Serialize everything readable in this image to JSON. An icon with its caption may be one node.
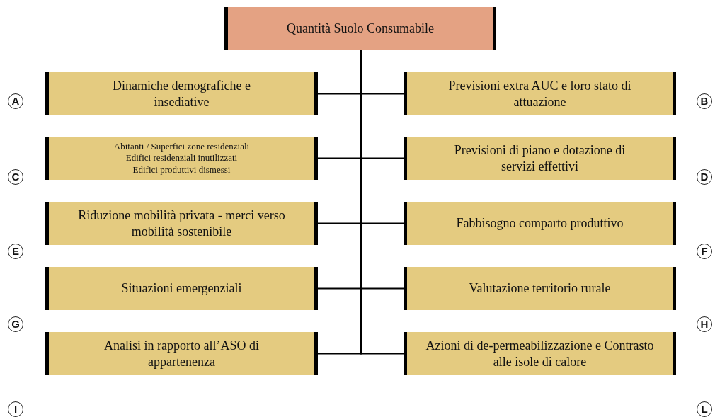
{
  "diagram": {
    "nodes": [
      {
        "text": [
          "Quantità Suolo Consumabile"
        ]
      },
      {
        "text": [
          "Dinamiche demografiche e insediative"
        ]
      },
      {
        "text": [
          "Previsioni extra AUC e loro stato di attuazione"
        ]
      },
      {
        "text": [
          "Abitanti / Superfici zone residenziali",
          "Edifici residenziali inutilizzati",
          "Edifici produttivi dismessi"
        ]
      },
      {
        "text": [
          "Previsioni di piano e dotazione di servizi effettivi"
        ]
      },
      {
        "text": [
          "Riduzione mobilità privata - merci verso mobilità sostenibile"
        ]
      },
      {
        "text": [
          "Fabbisogno comparto produttivo"
        ]
      },
      {
        "text": [
          "Situazioni emergenziali"
        ]
      },
      {
        "text": [
          "Valutazione territorio rurale"
        ]
      },
      {
        "text": [
          "Analisi in rapporto all’ASO di appartenenza"
        ]
      },
      {
        "text": [
          "Azioni di de-permeabilizzazione e Contrasto alle isole di calore"
        ]
      }
    ],
    "edges": [
      {
        "from": 0,
        "to": 1,
        "arrow": "none"
      },
      {
        "from": 0,
        "to": 2,
        "arrow": "none"
      },
      {
        "from": 0,
        "to": 3,
        "arrow": "none"
      },
      {
        "from": 0,
        "to": 4,
        "arrow": "none"
      },
      {
        "from": 0,
        "to": 5,
        "arrow": "none"
      },
      {
        "from": 0,
        "to": 6,
        "arrow": "none"
      },
      {
        "from": 0,
        "to": 7,
        "arrow": "none"
      },
      {
        "from": 0,
        "to": 8,
        "arrow": "none"
      },
      {
        "from": 0,
        "to": 9,
        "arrow": "none"
      },
      {
        "from": 0,
        "to": 10,
        "arrow": "none"
      }
    ],
    "labels": [
      "A",
      "B",
      "C",
      "D",
      "E",
      "F",
      "G",
      "H",
      "I",
      "L"
    ]
  }
}
